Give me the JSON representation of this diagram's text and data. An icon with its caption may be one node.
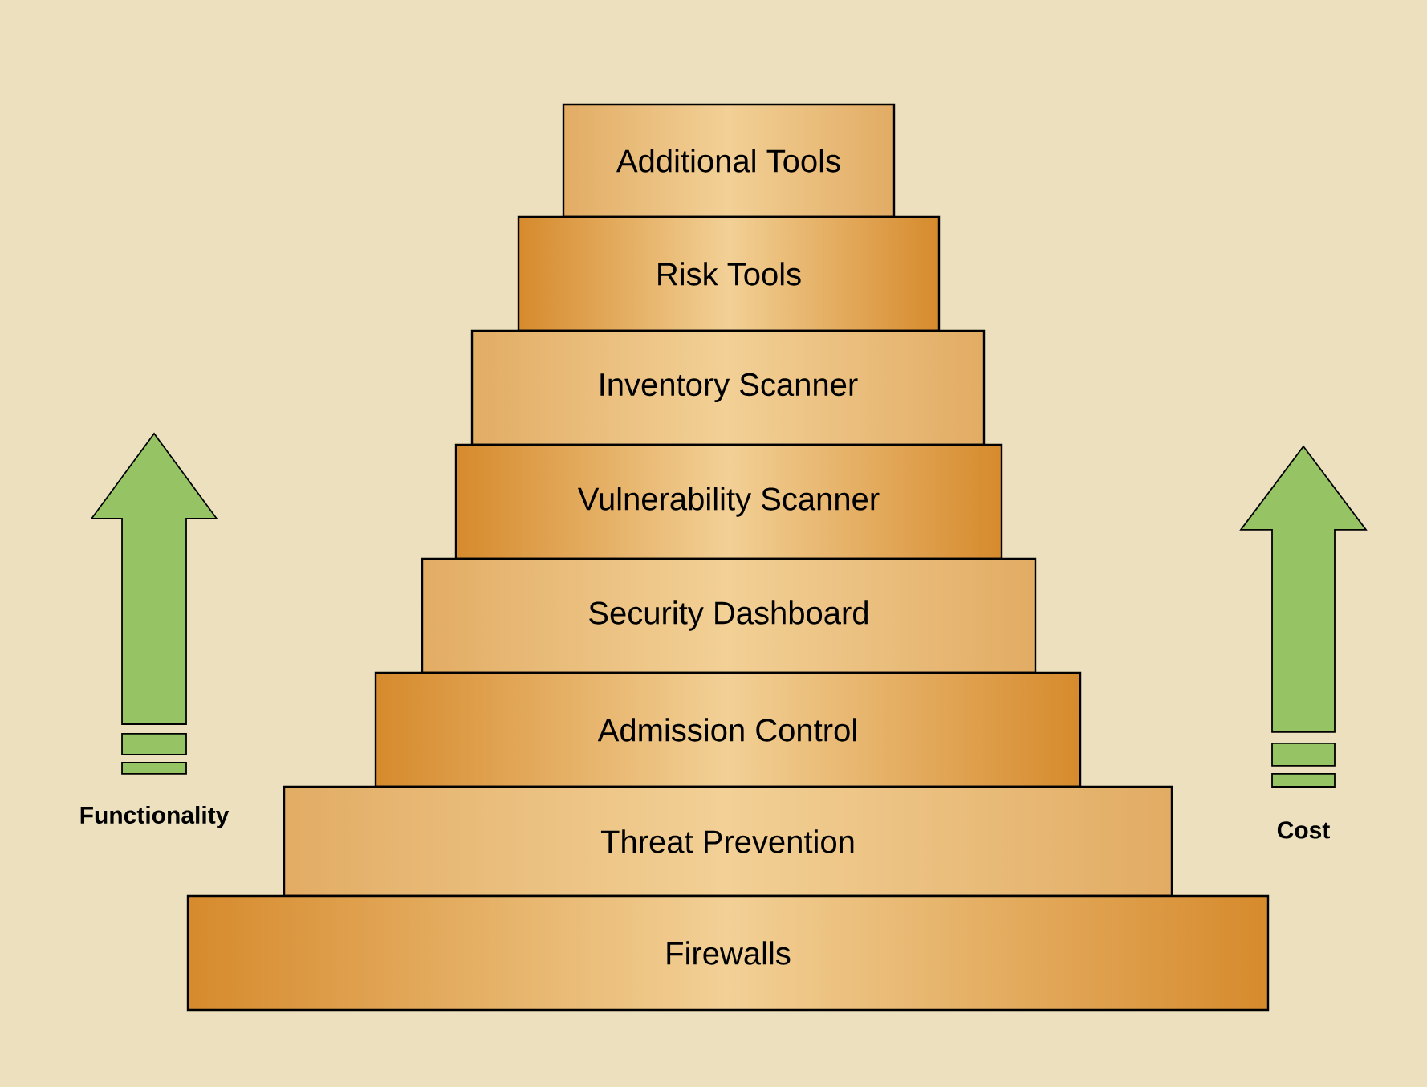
{
  "diagram": {
    "nodes": [
      {
        "text": [
          "Additional Tools"
        ]
      },
      {
        "text": [
          "Risk Tools"
        ]
      },
      {
        "text": [
          "Inventory Scanner"
        ]
      },
      {
        "text": [
          "Vulnerability Scanner"
        ]
      },
      {
        "text": [
          "Security Dashboard"
        ]
      },
      {
        "text": [
          "Admission Control"
        ]
      },
      {
        "text": [
          "Threat Prevention"
        ]
      },
      {
        "text": [
          "Firewalls"
        ]
      }
    ],
    "labels": [
      "Functionality",
      "Cost"
    ]
  }
}
